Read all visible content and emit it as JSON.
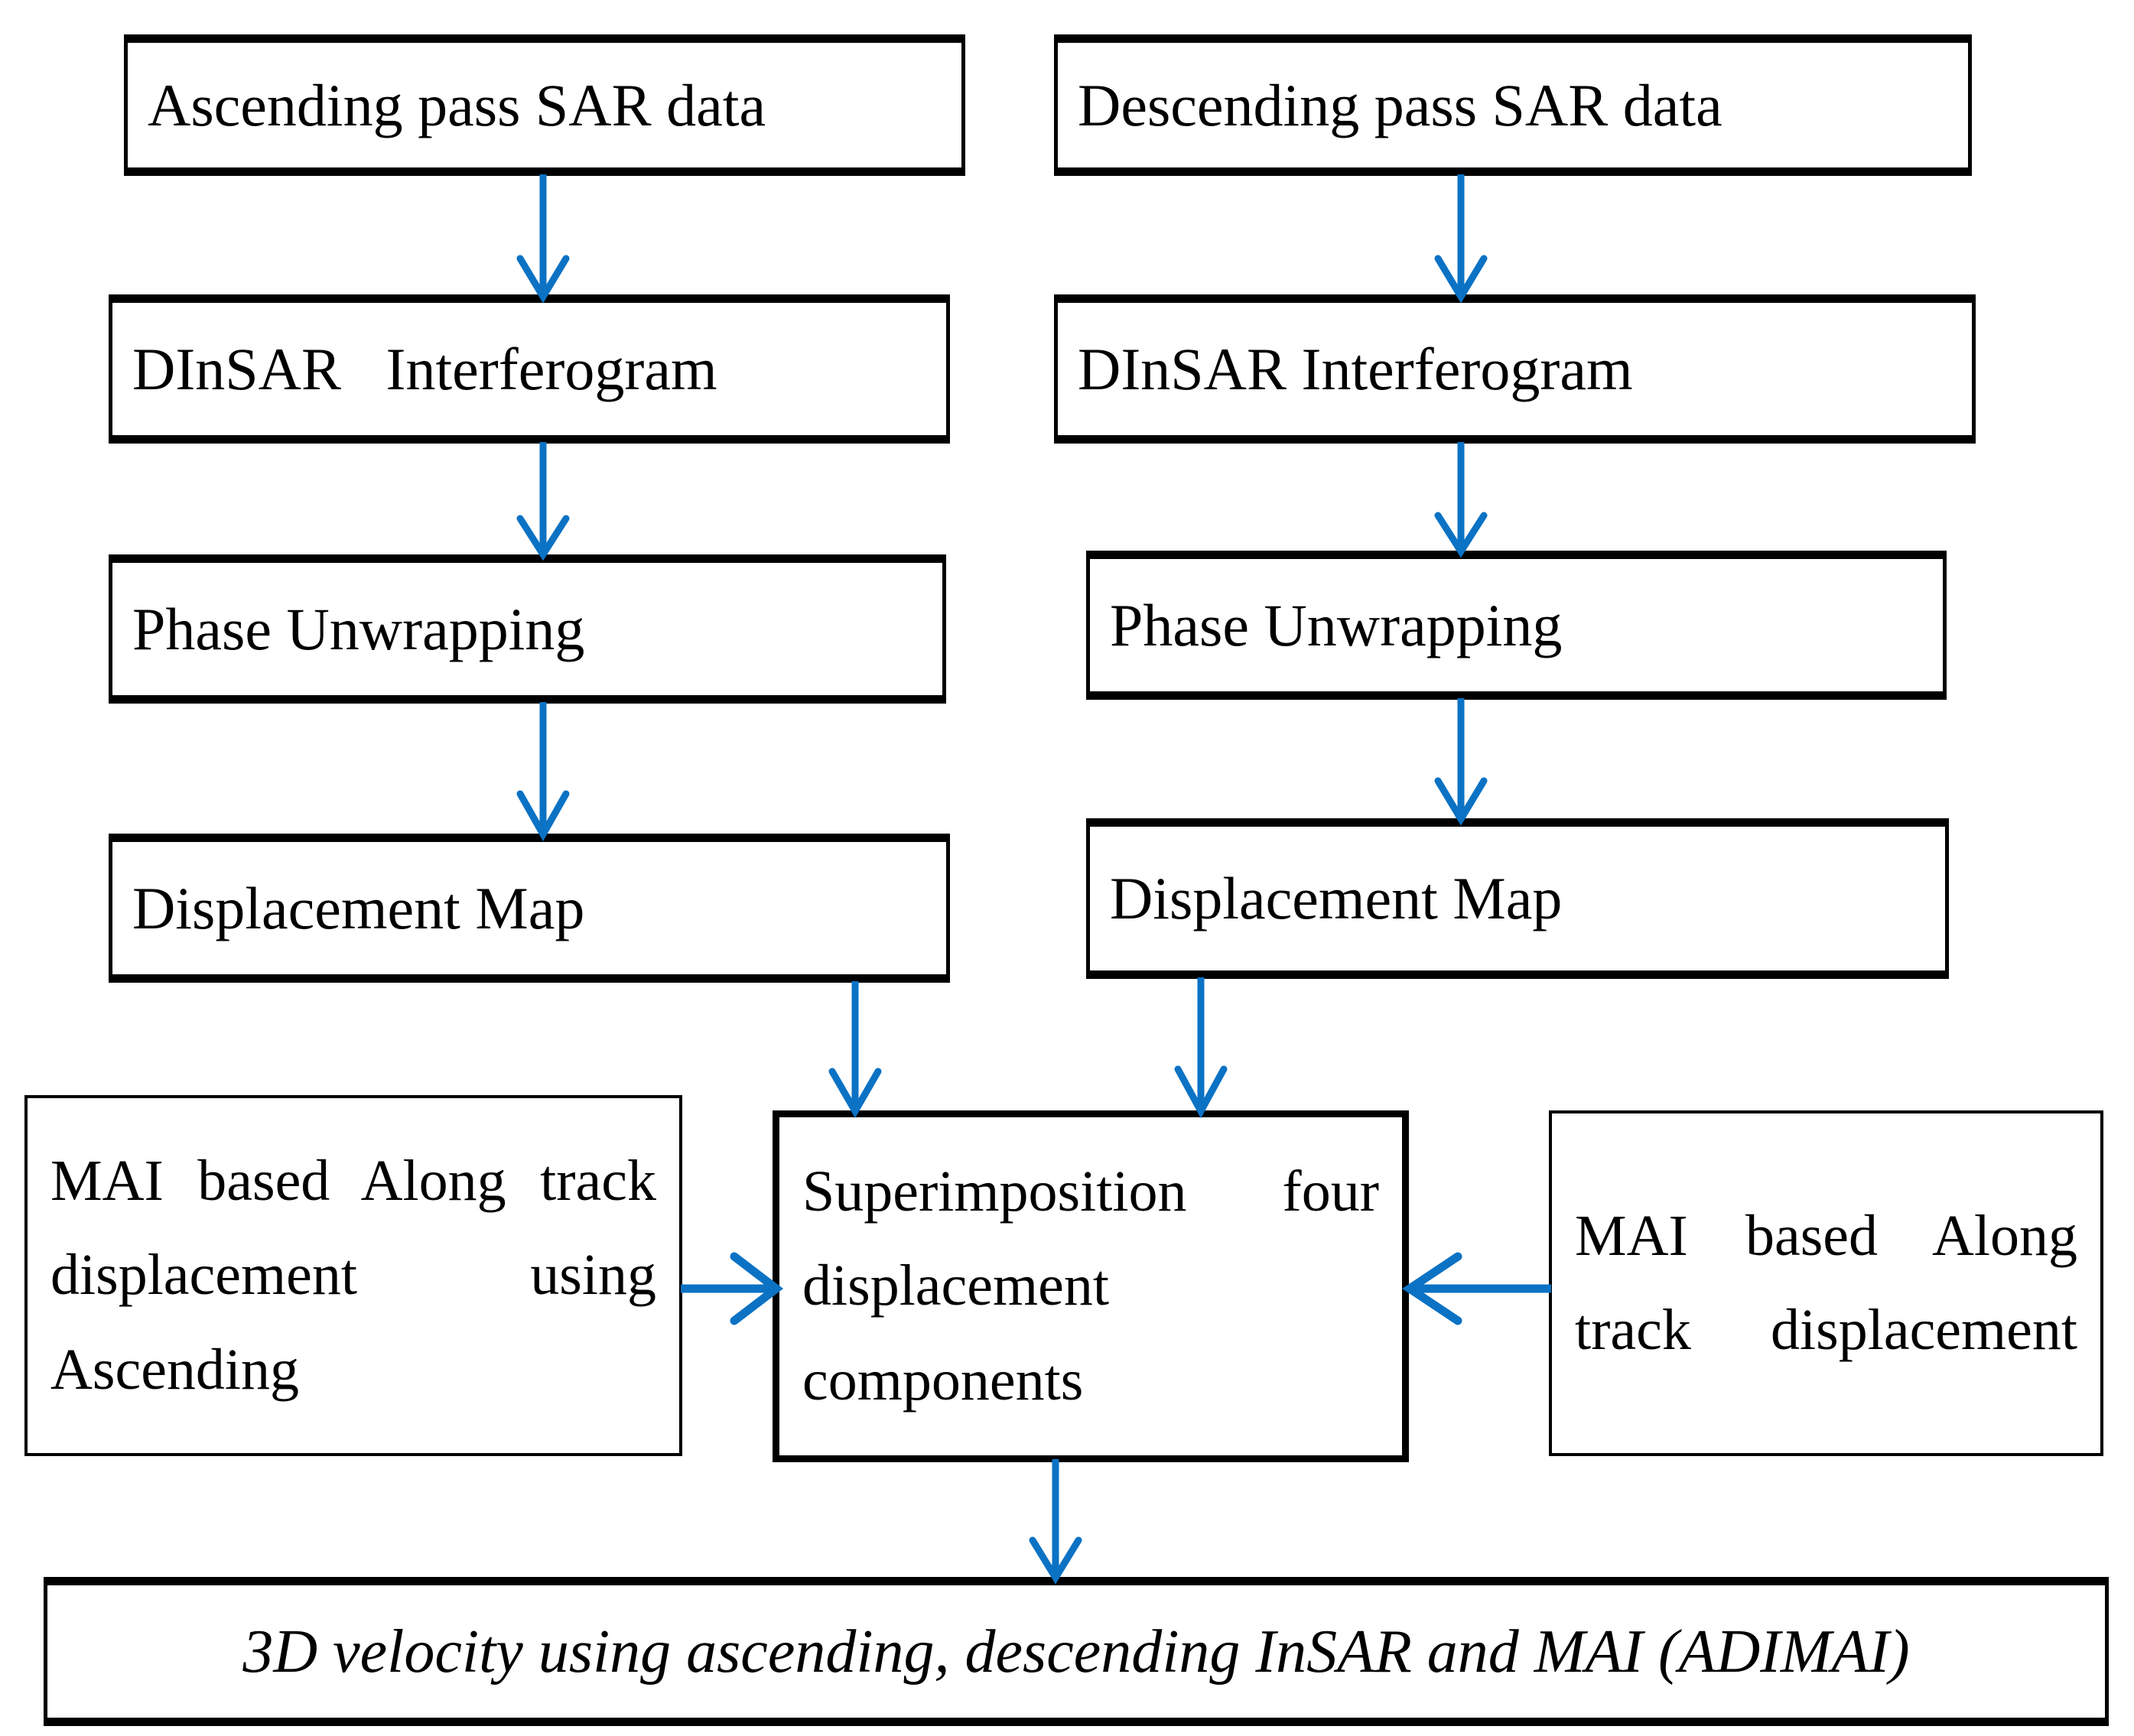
{
  "diagram": {
    "title": "ADIMAI 3D velocity processing flowchart",
    "accent_color": "#0B72C4",
    "line_color": "#000000",
    "background": "#ffffff",
    "nodes": {
      "asc_sar": "Ascending pass SAR data",
      "desc_sar": "Descending pass SAR data",
      "asc_dinsar": "DInSAR   Interferogram",
      "desc_dinsar": "DInSAR Interferogram",
      "asc_unwrap": "Phase Unwrapping",
      "desc_unwrap": "Phase Unwrapping",
      "asc_disp": "Displacement Map",
      "desc_disp": "Displacement Map",
      "mai_left": "MAI based Along track displacement using Ascending",
      "superimposition": "Superimposition four displacement components",
      "mai_right": "MAI based Along track displacement",
      "result": "3D velocity using ascending, descending InSAR and MAI (ADIMAI)"
    },
    "edges": [
      {
        "name": "asc-sar-to-dinsar",
        "from": "asc_sar",
        "to": "asc_dinsar",
        "direction": "down"
      },
      {
        "name": "desc-sar-to-dinsar",
        "from": "desc_sar",
        "to": "desc_dinsar",
        "direction": "down"
      },
      {
        "name": "asc-dinsar-to-unwrap",
        "from": "asc_dinsar",
        "to": "asc_unwrap",
        "direction": "down"
      },
      {
        "name": "desc-dinsar-to-unwrap",
        "from": "desc_dinsar",
        "to": "desc_unwrap",
        "direction": "down"
      },
      {
        "name": "asc-unwrap-to-disp",
        "from": "asc_unwrap",
        "to": "asc_disp",
        "direction": "down"
      },
      {
        "name": "desc-unwrap-to-disp",
        "from": "desc_unwrap",
        "to": "desc_disp",
        "direction": "down"
      },
      {
        "name": "asc-disp-to-superimposition",
        "from": "asc_disp",
        "to": "superimposition",
        "direction": "down"
      },
      {
        "name": "desc-disp-to-superimposition",
        "from": "desc_disp",
        "to": "superimposition",
        "direction": "down"
      },
      {
        "name": "mai-left-to-superimposition",
        "from": "mai_left",
        "to": "superimposition",
        "direction": "right"
      },
      {
        "name": "mai-right-to-superimposition",
        "from": "mai_right",
        "to": "superimposition",
        "direction": "left"
      },
      {
        "name": "superimposition-to-result",
        "from": "superimposition",
        "to": "result",
        "direction": "down"
      }
    ]
  }
}
